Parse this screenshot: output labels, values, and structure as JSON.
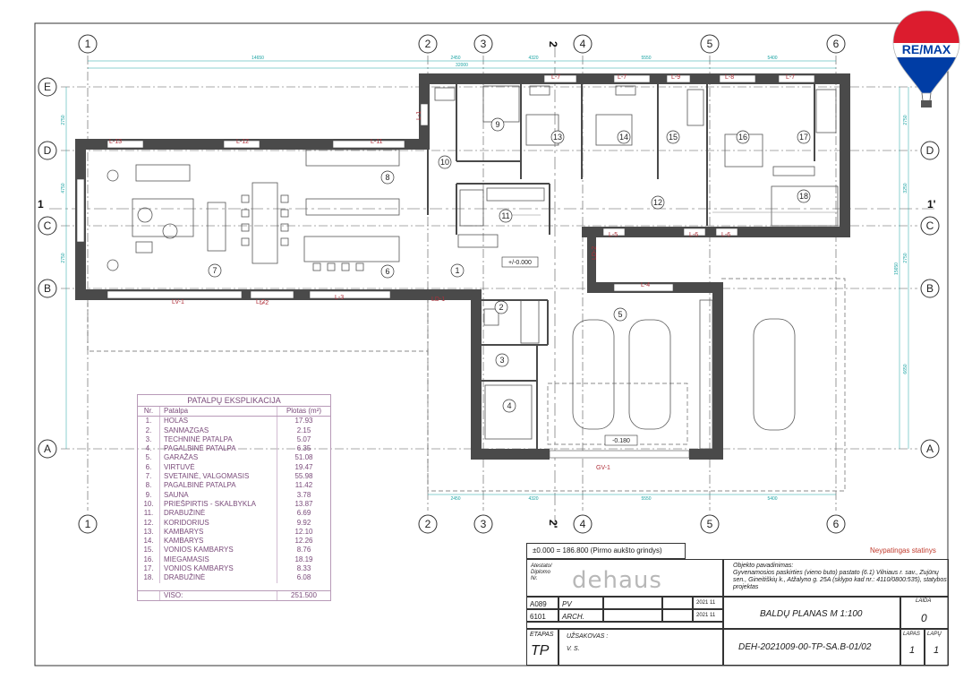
{
  "plan": {
    "axes_top": [
      "1",
      "2",
      "3",
      "4",
      "5",
      "6"
    ],
    "axes_bottom": [
      "1",
      "2",
      "3",
      "4",
      "5",
      "6"
    ],
    "axes_left": [
      "E",
      "D",
      "C",
      "B",
      "A"
    ],
    "axes_right": [
      "D",
      "C",
      "B",
      "A"
    ],
    "section_marks": [
      "2",
      "2'",
      "1",
      "1'"
    ],
    "room_numbers": [
      "1",
      "2",
      "3",
      "4",
      "5",
      "6",
      "7",
      "8",
      "9",
      "10",
      "11",
      "12",
      "13",
      "14",
      "15",
      "16",
      "17",
      "18"
    ],
    "level_marks": [
      "+/-0.000",
      "-0.180"
    ],
    "window_labels": [
      "L-13",
      "L-12",
      "L-11",
      "L-1",
      "L-7",
      "L-7",
      "L-9",
      "L-8",
      "L-7",
      "L-5",
      "L-6",
      "L-6",
      "L-2",
      "L-4",
      "LV-1",
      "L-2",
      "L-3",
      "LD-1",
      "LD-2",
      "GV-1"
    ],
    "dims_top": [
      "14650",
      "2450",
      "4320",
      "5550",
      "5400",
      "32000"
    ],
    "dims_bottom": [
      "2450",
      "4320",
      "5550",
      "5400"
    ],
    "dims_left": [
      "2750",
      "4750",
      "2750",
      "15650"
    ],
    "dims_right": [
      "2750",
      "3250",
      "2750",
      "6650",
      "15650"
    ]
  },
  "explication": {
    "title": "PATALPŲ EKSPLIKACIJA",
    "col_nr": "Nr.",
    "col_name": "Patalpa",
    "col_area": "Plotas (m²)",
    "rows": [
      {
        "nr": "1.",
        "name": "HOLAS",
        "area": "17.93"
      },
      {
        "nr": "2.",
        "name": "SANMAZGAS",
        "area": "2.15"
      },
      {
        "nr": "3.",
        "name": "TECHNINĖ PATALPA",
        "area": "5.07"
      },
      {
        "nr": "4.",
        "name": "PAGALBINĖ PATALPA",
        "area": "6.35"
      },
      {
        "nr": "5.",
        "name": "GARAŽAS",
        "area": "51.08"
      },
      {
        "nr": "6.",
        "name": "VIRTUVĖ",
        "area": "19.47"
      },
      {
        "nr": "7.",
        "name": "SVETAINĖ, VALGOMASIS",
        "area": "55.98"
      },
      {
        "nr": "8.",
        "name": "PAGALBINĖ PATALPA",
        "area": "11.42"
      },
      {
        "nr": "9.",
        "name": "SAUNA",
        "area": "3.78"
      },
      {
        "nr": "10.",
        "name": "PRIEŠPIRTIS - SKALBYKLA",
        "area": "13.87"
      },
      {
        "nr": "11.",
        "name": "DRABUŽINĖ",
        "area": "6.69"
      },
      {
        "nr": "12.",
        "name": "KORIDORIUS",
        "area": "9.92"
      },
      {
        "nr": "13.",
        "name": "KAMBARYS",
        "area": "12.10"
      },
      {
        "nr": "14.",
        "name": "KAMBARYS",
        "area": "12.26"
      },
      {
        "nr": "15.",
        "name": "VONIOS KAMBARYS",
        "area": "8.76"
      },
      {
        "nr": "16.",
        "name": "MIEGAMASIS",
        "area": "18.19"
      },
      {
        "nr": "17.",
        "name": "VONIOS KAMBARYS",
        "area": "8.33"
      },
      {
        "nr": "18.",
        "name": "DRABUŽINĖ",
        "area": "6.08"
      }
    ],
    "total_label": "VISO:",
    "total_area": "251.500"
  },
  "title_block": {
    "zero_level": "±0.000 = 186.800  (Pirmo aukšto grindys)",
    "special": "Neypatingas statinys",
    "author_label": "Atestato/ Diplomo Nr.",
    "brand": "dehaus",
    "object_label": "Objekto pavadinimas:",
    "object_text": "Gyvenamosios paskirties (vieno buto) pastato (6.1) Vilniaus r. sav., Zujūnų sen., Gineitiškių k., Atžalyno g. 25A (sklypo kad nr.: 4110/0800:535), statybos projektas",
    "row1": {
      "id": "A089",
      "role": "PV",
      "date": "2021 11"
    },
    "row2": {
      "id": "6101",
      "role": "ARCH.",
      "date": "2021 11"
    },
    "sheet_title": "BALDŲ PLANAS M 1:100",
    "laida_label": "LAIDA",
    "laida": "0",
    "etapas_label": "ETAPAS",
    "etapas": "TP",
    "client_label": "UŽSAKOVAS :",
    "client": "V. S.",
    "doc_code": "DEH-2021009-00-TP-SA.B-01/02",
    "lapas_label": "LAPAS",
    "lapu_label": "LAPŲ",
    "lapas": "1",
    "lapu": "1"
  },
  "logo": {
    "text": "RE/MAX",
    "colors": {
      "red": "#dc1c2e",
      "blue": "#003da5"
    }
  }
}
